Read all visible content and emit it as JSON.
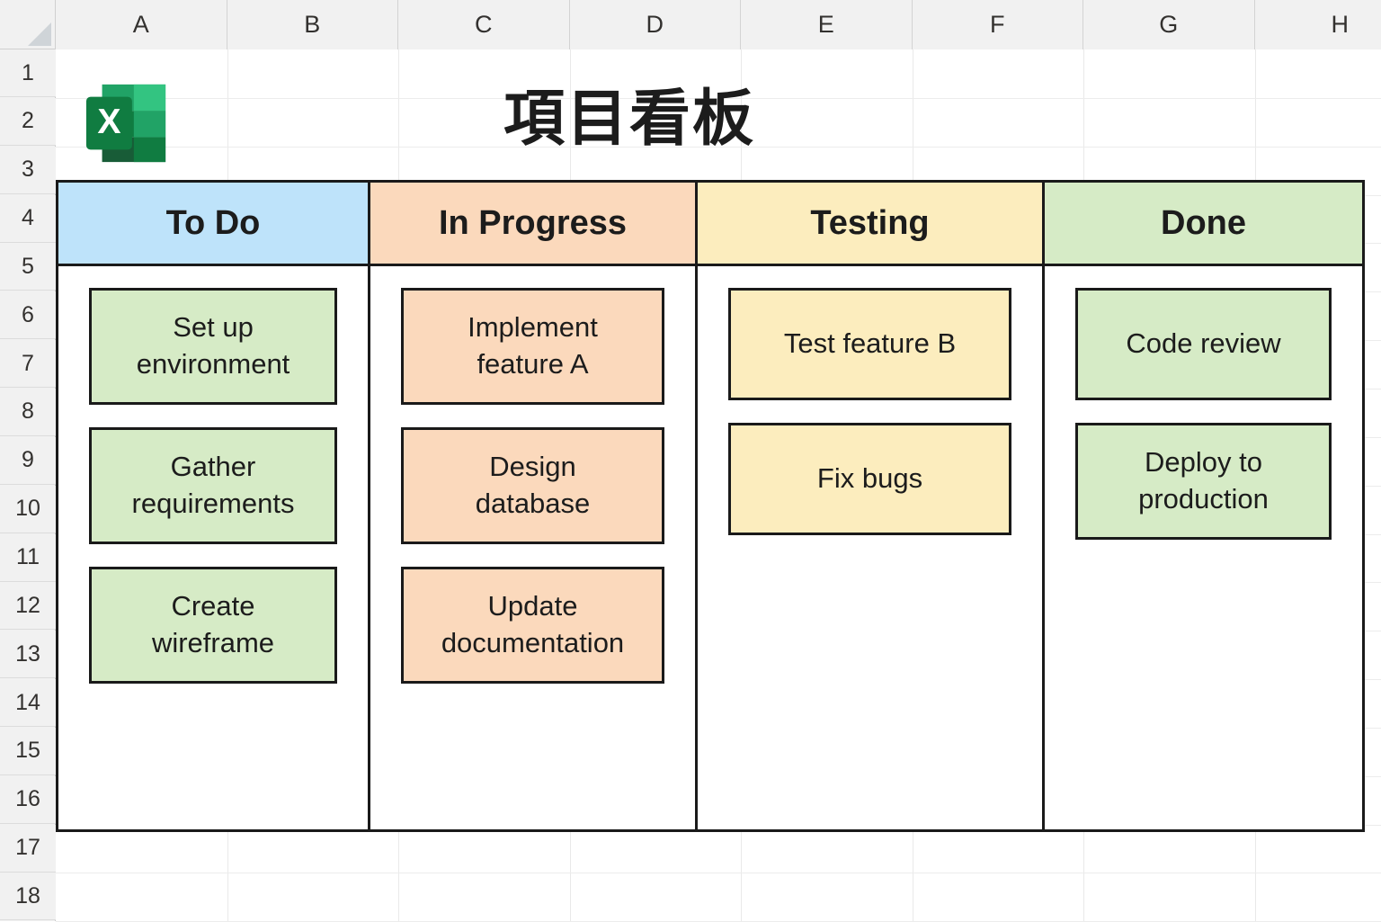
{
  "app": {
    "type": "spreadsheet",
    "icon": "excel-icon",
    "title": "項目看板"
  },
  "grid": {
    "columns": [
      "A",
      "B",
      "C",
      "D",
      "E",
      "F",
      "G",
      "H"
    ],
    "rows": [
      "1",
      "2",
      "3",
      "4",
      "5",
      "6",
      "7",
      "8",
      "9",
      "10",
      "11",
      "12",
      "13",
      "14",
      "15",
      "16",
      "17",
      "18"
    ]
  },
  "colors": {
    "todo_bg": "#BEE3FA",
    "inprogress_bg": "#FBD9BC",
    "testing_bg": "#FCEDBE",
    "done_bg": "#D6EBC6",
    "card_green": "#D6EBC6",
    "card_peach": "#FBD9BC",
    "card_yellow": "#FCEDBE",
    "border": "#1A1A1A",
    "excel_green": "#217346"
  },
  "board": {
    "columns": [
      {
        "id": "todo",
        "label": "To Do",
        "header_bg": "#BEE3FA",
        "card_bg": "#D6EBC6",
        "cards": [
          {
            "text": "Set up\nenvironment",
            "lines": 2
          },
          {
            "text": "Gather\nrequirements",
            "lines": 2
          },
          {
            "text": "Create\nwireframe",
            "lines": 2
          }
        ]
      },
      {
        "id": "in-progress",
        "label": "In Progress",
        "header_bg": "#FBD9BC",
        "card_bg": "#FBD9BC",
        "cards": [
          {
            "text": "Implement\nfeature A",
            "lines": 2
          },
          {
            "text": "Design\ndatabase",
            "lines": 2
          },
          {
            "text": "Update\ndocumentation",
            "lines": 2
          }
        ]
      },
      {
        "id": "testing",
        "label": "Testing",
        "header_bg": "#FCEDBE",
        "card_bg": "#FCEDBE",
        "cards": [
          {
            "text": "Test feature B",
            "lines": 1
          },
          {
            "text": "Fix bugs",
            "lines": 1
          }
        ]
      },
      {
        "id": "done",
        "label": "Done",
        "header_bg": "#D6EBC6",
        "card_bg": "#D6EBC6",
        "cards": [
          {
            "text": "Code review",
            "lines": 1
          },
          {
            "text": "Deploy to\nproduction",
            "lines": 2
          }
        ]
      }
    ]
  }
}
